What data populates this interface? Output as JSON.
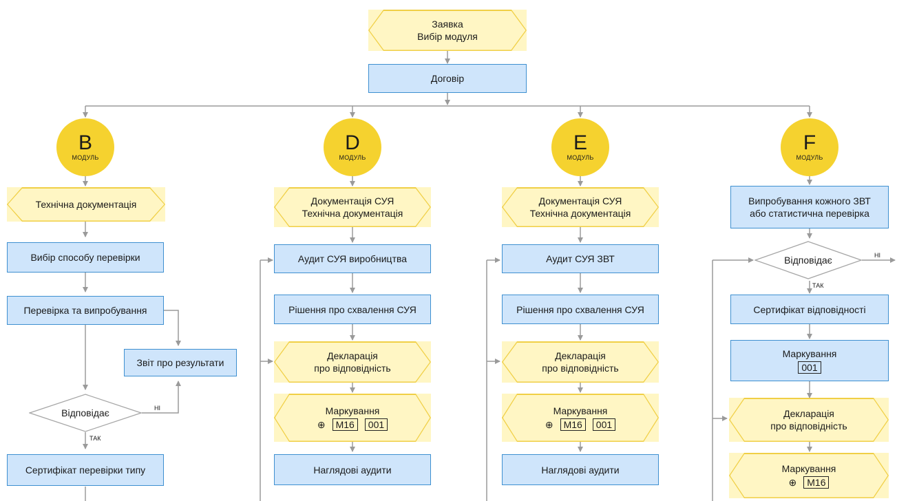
{
  "top": {
    "request": [
      "Заявка",
      "Вибір модуля"
    ],
    "contract": "Договір"
  },
  "modules": [
    {
      "letter": "B",
      "label": "МОДУЛЬ",
      "steps": [
        "Технічна документація",
        "Вибір способу перевірки",
        "Перевірка та випробування",
        "Звіт про результати",
        "Відповідає",
        "Сертифікат перевірки типу"
      ],
      "no": "НІ",
      "yes": "ТАК"
    },
    {
      "letter": "D",
      "label": "МОДУЛЬ",
      "steps": [
        "Документація СУЯ",
        "Технічна документація",
        "Аудит СУЯ виробництва",
        "Рішення про схвалення СУЯ",
        "Декларація",
        "про відповідність",
        "Маркування",
        "Наглядові аудити"
      ],
      "marks": [
        "M16",
        "001"
      ]
    },
    {
      "letter": "E",
      "label": "МОДУЛЬ",
      "steps": [
        "Документація СУЯ",
        "Технічна документація",
        "Аудит СУЯ ЗВТ",
        "Рішення про схвалення СУЯ",
        "Декларація",
        "про відповідність",
        "Маркування",
        "Наглядові аудити"
      ],
      "marks": [
        "M16",
        "001"
      ]
    },
    {
      "letter": "F",
      "label": "МОДУЛЬ",
      "steps": [
        "Випробування кожного ЗВТ",
        "або статистична перевірка",
        "Відповідає",
        "Сертифікат відповідності",
        "Маркування",
        "Декларація",
        "про відповідність",
        "Маркування"
      ],
      "marks": [
        "001",
        "M16"
      ],
      "no": "НІ",
      "yes": "ТАК"
    }
  ],
  "colors": {
    "box_fill": "#cfe5fb",
    "box_border": "#3d8fd0",
    "hex_fill": "#fff6c4",
    "hex_border": "#f0cf45",
    "circle": "#f5d22f",
    "line": "#9a9a9a"
  },
  "icons": {
    "mark": "metrology-mark-icon"
  }
}
